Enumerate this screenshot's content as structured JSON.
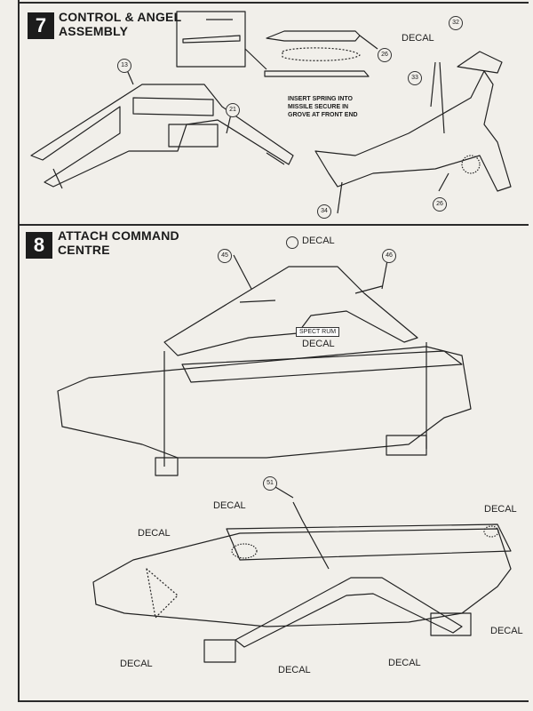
{
  "step7": {
    "number": "7",
    "title_line1": "CONTROL & ANGEL",
    "title_line2": "ASSEMBLY",
    "callouts": [
      "13",
      "21",
      "26",
      "32",
      "33",
      "34",
      "26"
    ],
    "decal": "DECAL",
    "note_line1": "INSERT SPRING INTO",
    "note_line2": "MISSILE SECURE IN",
    "note_line3": "GROVE AT FRONT END"
  },
  "step8": {
    "number": "8",
    "title_line1": "ATTACH COMMAND",
    "title_line2": "CENTRE",
    "callouts": [
      "45",
      "46",
      "51"
    ],
    "decal_top": "DECAL",
    "spectrum_tag": "SPECT RUM",
    "decal_under_tag": "DECAL",
    "decals_lower": [
      "DECAL",
      "DECAL",
      "DECAL",
      "DECAL",
      "DECAL",
      "DECAL",
      "DECAL"
    ]
  }
}
